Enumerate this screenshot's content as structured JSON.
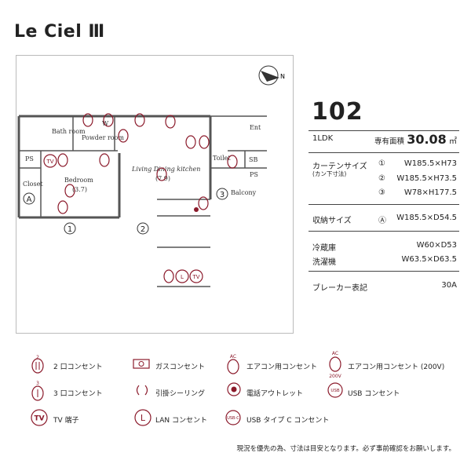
{
  "title": "Le Ciel Ⅲ",
  "unit_number": "102",
  "layout": "1LDK",
  "area_label": "専有面積",
  "area_value": "30.08",
  "area_unit": "㎡",
  "curtain_label": "カーテンサイズ",
  "curtain_sub": "(カン下寸法)",
  "curtains": [
    {
      "mark": "①",
      "size": "W185.5×H73"
    },
    {
      "mark": "②",
      "size": "W185.5×H73.5"
    },
    {
      "mark": "③",
      "size": "W78×H177.5"
    }
  ],
  "storage_label": "収納サイズ",
  "storage_mark": "Ⓐ",
  "storage_size": "W185.5×D54.5",
  "fridge_label": "冷蔵庫",
  "fridge_size": "W60×D53",
  "washer_label": "洗濯機",
  "washer_size": "W63.5×D63.5",
  "breaker_label": "ブレーカー表記",
  "breaker_value": "30A",
  "plan": {
    "rooms": {
      "bath": "Bath room",
      "powder": "Powder room",
      "bedroom": "Bedroom",
      "bedroom_size": "(3.7)",
      "ldk": "Living Dining kitchen",
      "ldk_size": "(7.9)",
      "closet": "Closet",
      "toilet": "Toilet",
      "balcony": "Balcony",
      "entrance": "Ent",
      "ps": "PS",
      "sb": "SB",
      "wm": "W"
    },
    "markers": {
      "closet": "A",
      "window1": "1",
      "window2": "2",
      "window3": "3"
    },
    "north": "N"
  },
  "legend": [
    {
      "icon": "outlet-2",
      "label": "2 口コンセント"
    },
    {
      "icon": "gas-outlet",
      "label": "ガスコンセント"
    },
    {
      "icon": "ac-outlet",
      "label": "エアコン用コンセント"
    },
    {
      "icon": "ac-outlet-200v",
      "label": "エアコン用コンセント (200V)"
    },
    {
      "icon": "outlet-3",
      "label": "3 口コンセント"
    },
    {
      "icon": "ceiling-hook",
      "label": "引掛シーリング"
    },
    {
      "icon": "phone-outlet",
      "label": "電話アウトレット"
    },
    {
      "icon": "usb-outlet",
      "label": "USB コンセント"
    },
    {
      "icon": "tv-terminal",
      "label": "TV 端子"
    },
    {
      "icon": "lan-outlet",
      "label": "LAN コンセント"
    },
    {
      "icon": "usb-c-outlet",
      "label": "USB タイプ C コンセント"
    }
  ],
  "legend_glyphs": {
    "two": "2",
    "three": "3",
    "tv": "TV",
    "lan": "L",
    "ac": "AC",
    "v200": "200V",
    "usb": "USB",
    "usbc": "USB-C"
  },
  "note": "現況を優先の為、寸法は目安となります。必ず事前確認をお願いします。",
  "colors": {
    "accent": "#8b1a2b",
    "wall": "#444444",
    "text": "#222222"
  }
}
